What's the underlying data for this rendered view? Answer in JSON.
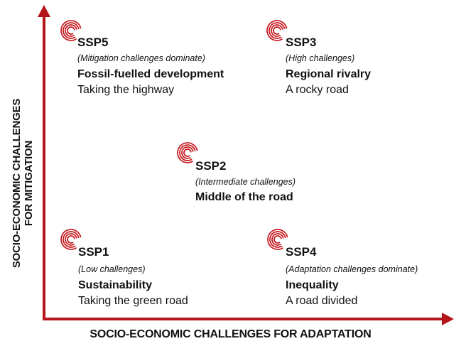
{
  "axes": {
    "y_label_line1": "SOCIO-ECONOMIC CHALLENGES",
    "y_label_line2": "FOR MITIGATION",
    "x_label": "SOCIO-ECONOMIC CHALLENGES FOR ADAPTATION",
    "color": "#b3151a"
  },
  "scenarios": [
    {
      "id": "ssp5",
      "code": "SSP5",
      "subtitle": "(Mitigation challenges dominate)",
      "name": "Fossil-fuelled development",
      "description": "Taking the highway"
    },
    {
      "id": "ssp3",
      "code": "SSP3",
      "subtitle": "(High challenges)",
      "name": "Regional rivalry",
      "description": "A rocky road"
    },
    {
      "id": "ssp2",
      "code": "SSP2",
      "subtitle": "(Intermediate challenges)",
      "name": "Middle of the road",
      "description": ""
    },
    {
      "id": "ssp1",
      "code": "SSP1",
      "subtitle": "(Low challenges)",
      "name": "Sustainability",
      "description": "Taking the green road"
    },
    {
      "id": "ssp4",
      "code": "SSP4",
      "subtitle": "(Adaptation challenges dominate)",
      "name": "Inequality",
      "description": "A road divided"
    }
  ],
  "icon": {
    "name": "swirl-icon",
    "color": "#c4161c"
  }
}
